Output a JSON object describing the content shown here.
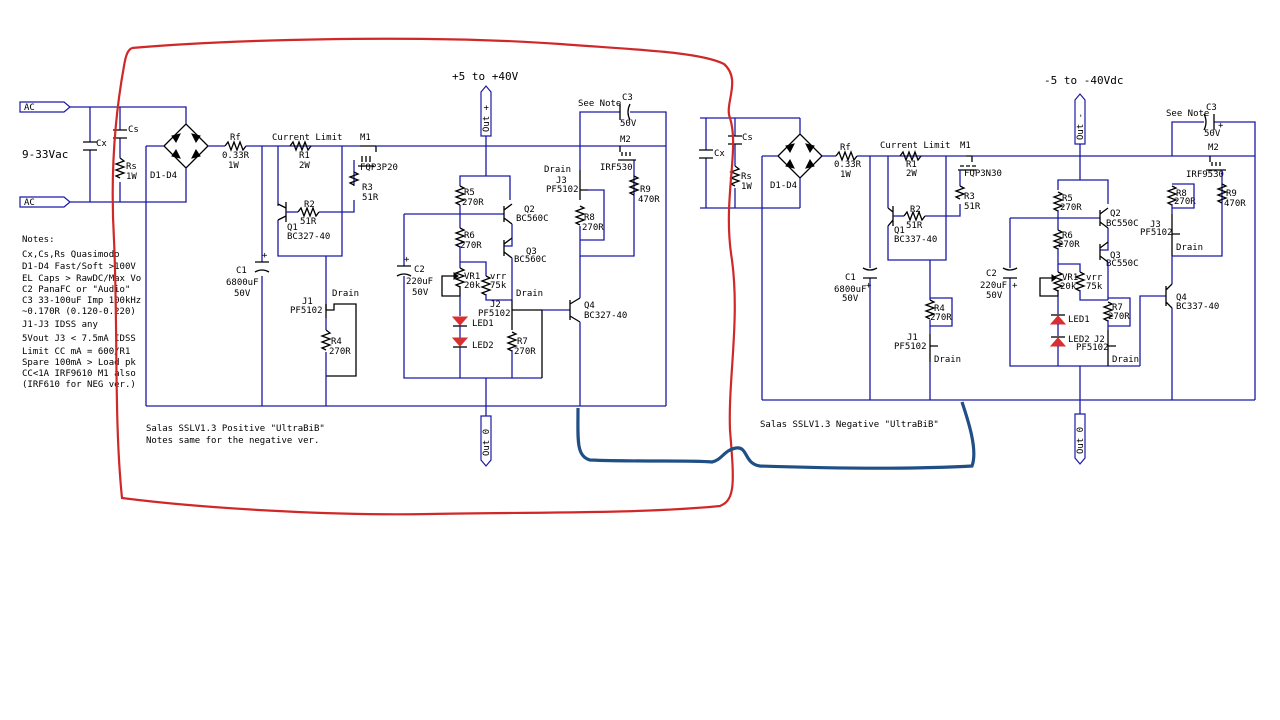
{
  "positive": {
    "supply": "+5 to +40V",
    "title": "Salas SSLV1.3 Positive \"UltraBiB\"",
    "subtitle": "Notes same for the negative ver.",
    "input_voltage": "9-33Vac",
    "ac1": "AC",
    "ac2": "AC",
    "cx": "Cx",
    "cs": "Cs",
    "rs": "Rs",
    "rs_val": "1W",
    "bridge": "D1-D4",
    "rf": "Rf",
    "rf_val": "0.33R",
    "rf_w": "1W",
    "current_limit": "Current Limit",
    "r1": "R1",
    "r1_val": "2W",
    "r2": "R2",
    "r2_val": "51R",
    "q1": "Q1",
    "q1_val": "BC327-40",
    "m1": "M1",
    "m1_val": "FQP3P20",
    "r3": "R3",
    "r3_val": "51R",
    "c1": "C1",
    "c1_val": "6800uF",
    "c1_v": "50V",
    "j1": "J1",
    "j1_val": "PF5102",
    "j1_drain": "Drain",
    "r4": "R4",
    "r4_val": "270R",
    "r5": "R5",
    "r5_val": "270R",
    "r6": "R6",
    "r6_val": "270R",
    "q2": "Q2",
    "q2_val": "BC560C",
    "q3": "Q3",
    "q3_val": "BC560C",
    "c2": "C2",
    "c2_val": "220uF",
    "c2_v": "50V",
    "vr1": "VR1",
    "vr1_val": "20k",
    "vrr": "vrr",
    "vrr_val": "75k",
    "j2": "J2",
    "j2_val": "PF5102",
    "j2_drain": "Drain",
    "r7": "R7",
    "r7_val": "270R",
    "led1": "LED1",
    "led2": "LED2",
    "j3": "J3",
    "j3_val": "PF5102",
    "j3_drain": "Drain",
    "r8": "R8",
    "r8_val": "270R",
    "q4": "Q4",
    "q4_val": "BC327-40",
    "see_note": "See Note",
    "c3": "C3",
    "c3_v": "50V",
    "m2": "M2",
    "m2_val": "IRF530",
    "r9": "R9",
    "r9_val": "470R",
    "out_plus": "Out +",
    "out_0": "Out 0"
  },
  "notes": [
    "Notes:",
    "Cx,Cs,Rs Quasimodo",
    "D1-D4 Fast/Soft >100V",
    "EL Caps > RawDC/Max Vo",
    "C2 PanaFC or \"Audio\"",
    "C3 33-100uF Imp 100kHz",
    "~0.170R (0.120-0.220)",
    "J1-J3 IDSS any",
    "5Vout J3 < 7.5mA IDSS",
    "Limit CC mA = 600/R1",
    "Spare 100mA > Load pk",
    "CC<1A IRF9610 M1 also",
    "(IRF610 for NEG ver.)"
  ],
  "negative": {
    "supply": "-5 to -40Vdc",
    "title": "Salas SSLV1.3 Negative \"UltraBiB\"",
    "cx": "Cx",
    "cs": "Cs",
    "rs": "Rs",
    "rs_val": "1W",
    "bridge": "D1-D4",
    "rf": "Rf",
    "rf_val": "0.33R",
    "rf_w": "1W",
    "current_limit": "Current Limit",
    "r1": "R1",
    "r1_val": "2W",
    "r2": "R2",
    "r2_val": "51R",
    "q1": "Q1",
    "q1_val": "BC337-40",
    "m1": "M1",
    "m1_val": "FQP3N30",
    "r3": "R3",
    "r3_val": "51R",
    "c1": "C1",
    "c1_val": "6800uF",
    "c1_v": "50V",
    "r4": "R4",
    "r4_val": "270R",
    "j1": "J1",
    "j1_val": "PF5102",
    "j1_drain": "Drain",
    "r5": "R5",
    "r5_val": "270R",
    "r6": "R6",
    "r6_val": "270R",
    "q2": "Q2",
    "q2_val": "BC550C",
    "q3": "Q3",
    "q3_val": "BC550C",
    "c2": "C2",
    "c2_val": "220uF",
    "c2_v": "50V",
    "vr1": "VR1",
    "vr1_val": "20k",
    "vrr": "vrr",
    "vrr_val": "75k",
    "led1": "LED1",
    "led2": "LED2",
    "j2": "J2",
    "j2_val": "PF5102",
    "j2_drain": "Drain",
    "r7": "R7",
    "r7_val": "270R",
    "q4": "Q4",
    "q4_val": "BC337-40",
    "see_note": "See Note",
    "c3": "C3",
    "c3_v": "50V",
    "m2": "M2",
    "m2_val": "IRF9530",
    "r8": "R8",
    "r8_val": "270R",
    "j3": "J3",
    "j3_val": "PF5102",
    "j3_drain": "Drain",
    "r9": "R9",
    "r9_val": "470R",
    "out_minus": "Out -",
    "out_0": "Out 0"
  },
  "colors": {
    "wire": "#1a1aa6",
    "annotation_red": "#d02828",
    "annotation_blue": "#1f4f85",
    "led": "#d83030"
  }
}
